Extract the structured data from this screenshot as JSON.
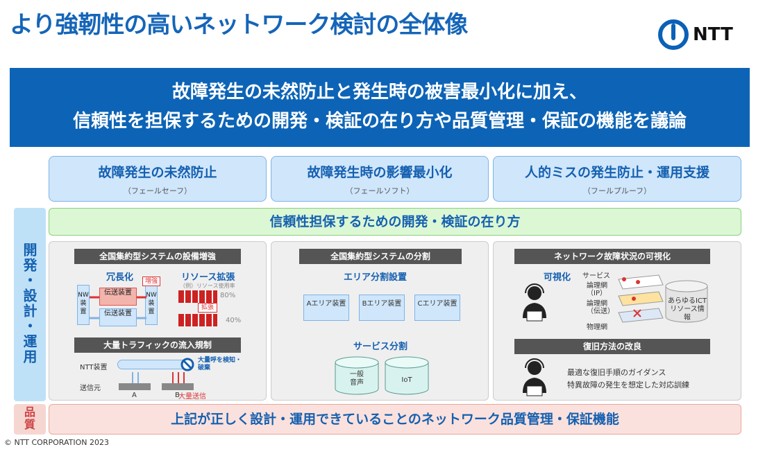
{
  "title": "より強靭性の高いネットワーク検討の全体像",
  "logo_text": "NTT",
  "banner": {
    "line1": "故障発生の未然防止と発生時の被害最小化に加え、",
    "line2": "信頼性を担保するための開発・検証の在り方や品質管理・保証の機能を議論"
  },
  "pillars": [
    {
      "main": "故障発生の未然防止",
      "sub": "（フェールセーフ）"
    },
    {
      "main": "故障発生時の影響最小化",
      "sub": "（フェールソフト）"
    },
    {
      "main": "人的ミスの発生防止・運用支援",
      "sub": "（フールプルーフ）"
    }
  ],
  "side_dev": "開発・設計・運用",
  "side_quality": "品質",
  "green_bar": "信頼性担保するための開発・検証の在り方",
  "panel1": {
    "head1": "全国集約型システムの設備増強",
    "redundancy": "冗長化",
    "resource": "リソース拡張",
    "nw1": "NW装置",
    "nw2": "NW装置",
    "trans1": "伝送装置",
    "trans2": "伝送装置",
    "increase": "増強",
    "usage_note": "（例）リソース使用率",
    "pct80": "80%",
    "pct40": "40%",
    "expand": "拡張",
    "head2": "大量トラフィックの流入規制",
    "ntt_device": "NTT装置",
    "mass_call": "大量呼を検知・破棄",
    "sender": "送信元",
    "label_a": "A",
    "label_b": "B",
    "mass_send": "大量送信"
  },
  "panel2": {
    "head": "全国集約型システムの分割",
    "area_split": "エリア分割設置",
    "areas": [
      "Aエリア装置",
      "Bエリア装置",
      "Cエリア装置"
    ],
    "service_split": "サービス分割",
    "db1": "一般音声",
    "db2": "IoT"
  },
  "panel3": {
    "head1": "ネットワーク故障状況の可視化",
    "visualize": "可視化",
    "layers": [
      "サービス",
      "論理網（IP）",
      "論理網（伝送）",
      "物理網"
    ],
    "db": "あらゆるICTリソース情報",
    "head2": "復旧方法の改良",
    "guide1": "最適な復旧手順のガイダンス",
    "guide2": "特異故障の発生を想定した対応訓練"
  },
  "pink_bar": "上記が正しく設計・運用できていることのネットワーク品質管理・保証機能",
  "copyright": "© NTT CORPORATION 2023",
  "colors": {
    "primary": "#0d64b6",
    "accent_red": "#d33333",
    "green": "#dbf7d4",
    "pink": "#fbe1dd"
  }
}
